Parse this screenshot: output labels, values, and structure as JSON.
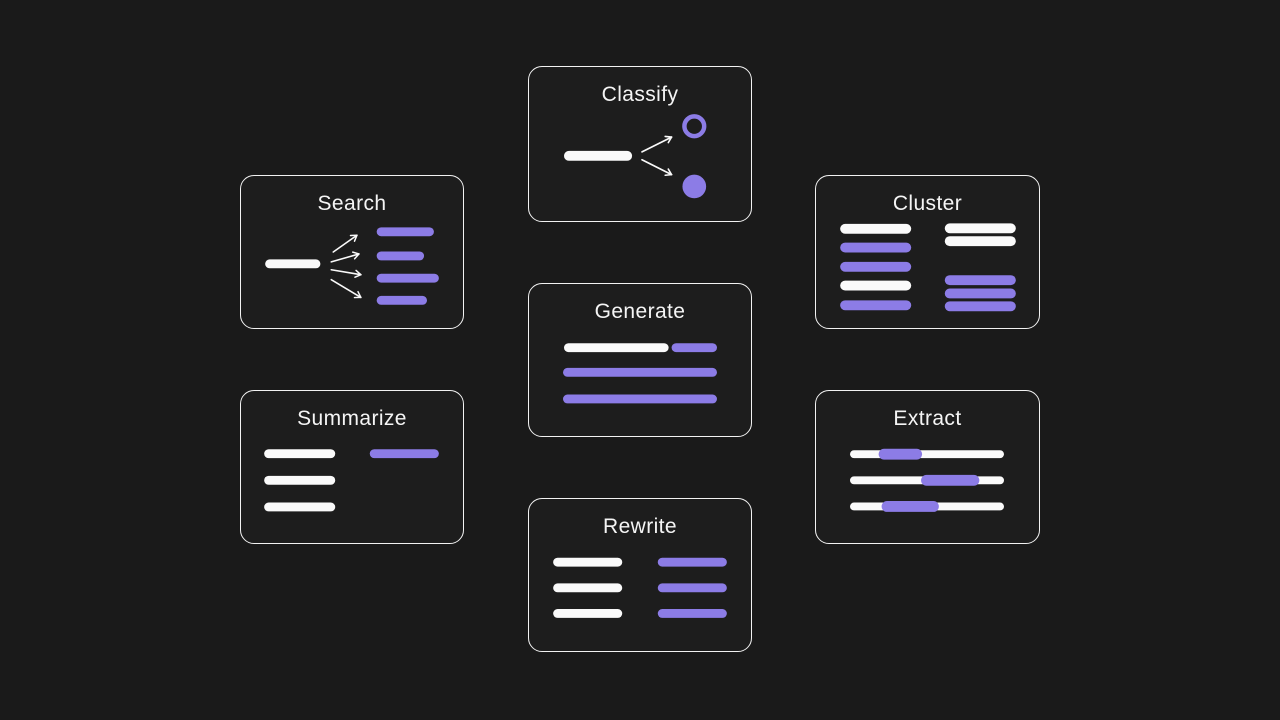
{
  "page": {
    "background_color": "#1a1a1a",
    "card_border_color": "#f2f2f2",
    "accent_purple": "#8c7ce6",
    "bar_white": "#fafafa"
  },
  "cards": [
    {
      "id": "classify",
      "title": "Classify",
      "illustration": "input-bar-branching-arrows-to-outlined-and-filled-class-circles"
    },
    {
      "id": "search",
      "title": "Search",
      "illustration": "query-bar-fanning-arrows-to-four-result-bars"
    },
    {
      "id": "cluster",
      "title": "Cluster",
      "illustration": "mixed-bars-grouped-into-white-and-purple-clusters"
    },
    {
      "id": "generate",
      "title": "Generate",
      "illustration": "prompt-bar-continued-by-generated-purple-text-bars"
    },
    {
      "id": "summarize",
      "title": "Summarize",
      "illustration": "three-text-bars-condensed-to-single-short-purple-bar"
    },
    {
      "id": "extract",
      "title": "Extract",
      "illustration": "text-bars-with-purple-highlighted-spans"
    },
    {
      "id": "rewrite",
      "title": "Rewrite",
      "illustration": "white-source-bars-paired-with-purple-rewritten-bars"
    }
  ]
}
